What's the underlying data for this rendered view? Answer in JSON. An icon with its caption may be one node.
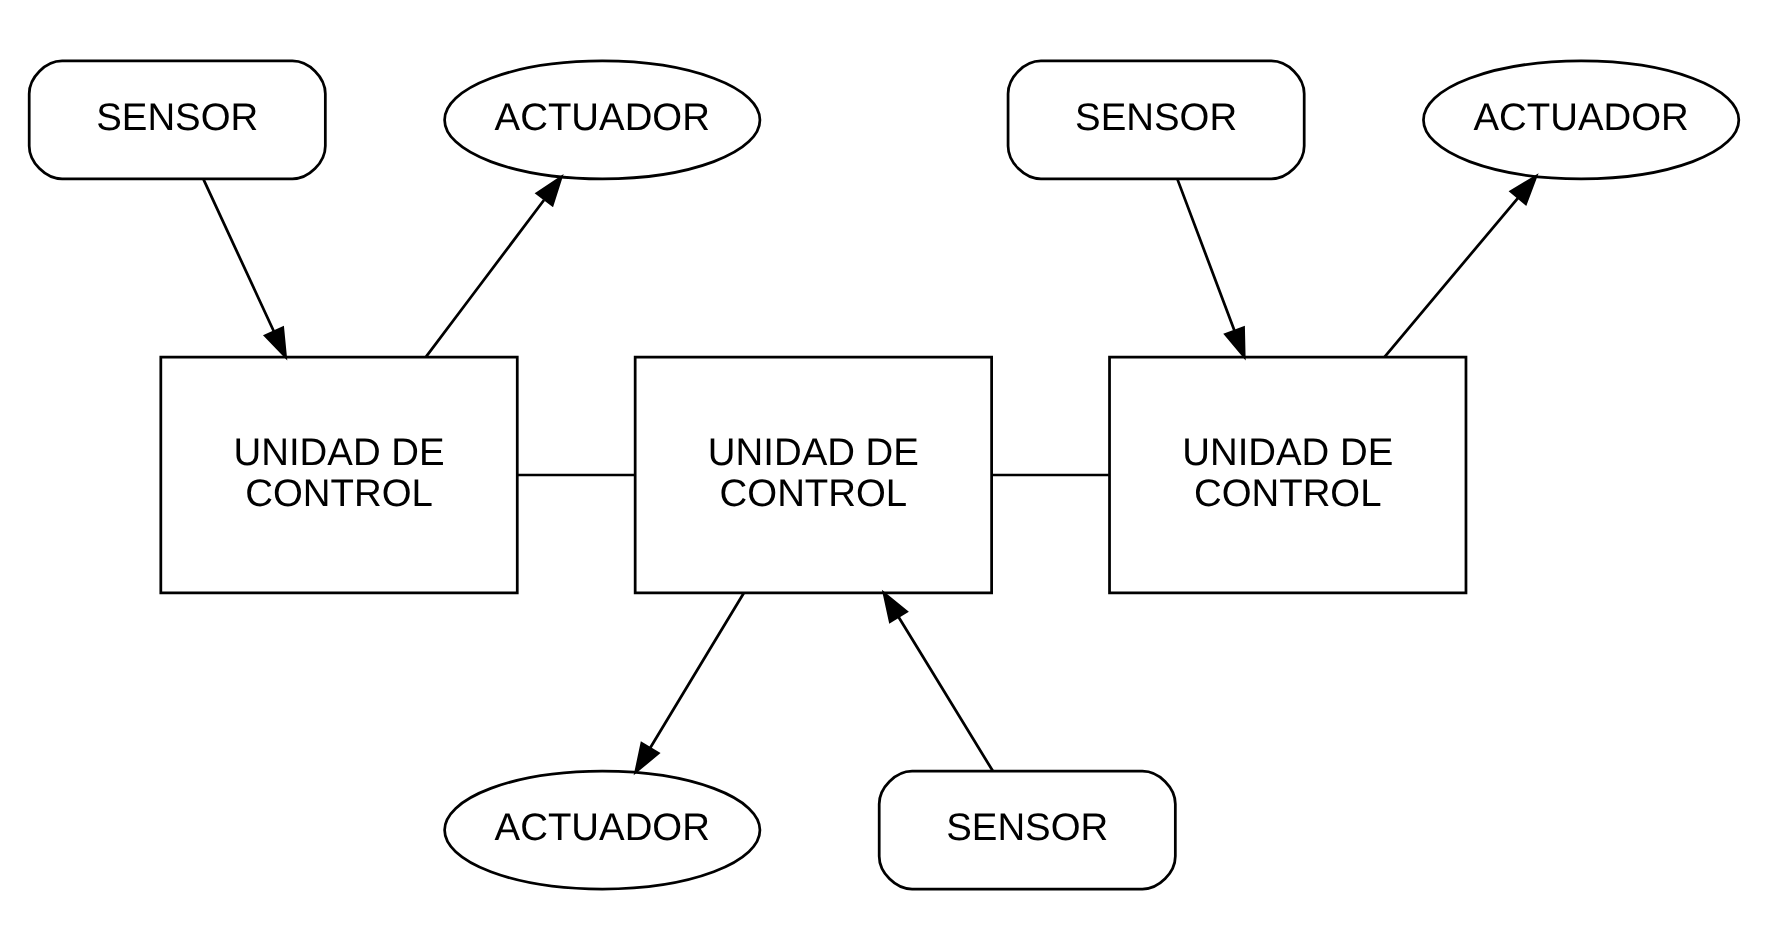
{
  "diagram": {
    "nodes": [
      {
        "text": [
          "SENSOR"
        ]
      },
      {
        "text": [
          "ACTUADOR"
        ]
      },
      {
        "text": [
          "SENSOR"
        ]
      },
      {
        "text": [
          "ACTUADOR"
        ]
      },
      {
        "text": [
          "UNIDAD DE CONTROL"
        ]
      },
      {
        "text": [
          "UNIDAD DE CONTROL"
        ]
      },
      {
        "text": [
          "UNIDAD DE CONTROL"
        ]
      },
      {
        "text": [
          "SENSOR"
        ]
      },
      {
        "text": [
          "ACTUADOR"
        ]
      }
    ],
    "edges": [
      {
        "from": 0,
        "to": 4,
        "arrow": "to"
      },
      {
        "from": 4,
        "to": 1,
        "arrow": "to"
      },
      {
        "from": 2,
        "to": 6,
        "arrow": "to"
      },
      {
        "from": 6,
        "to": 3,
        "arrow": "to"
      },
      {
        "from": 4,
        "to": 5,
        "arrow": "none"
      },
      {
        "from": 5,
        "to": 6,
        "arrow": "none"
      },
      {
        "from": 7,
        "to": 5,
        "arrow": "to"
      },
      {
        "from": 5,
        "to": 8,
        "arrow": "to"
      }
    ]
  }
}
